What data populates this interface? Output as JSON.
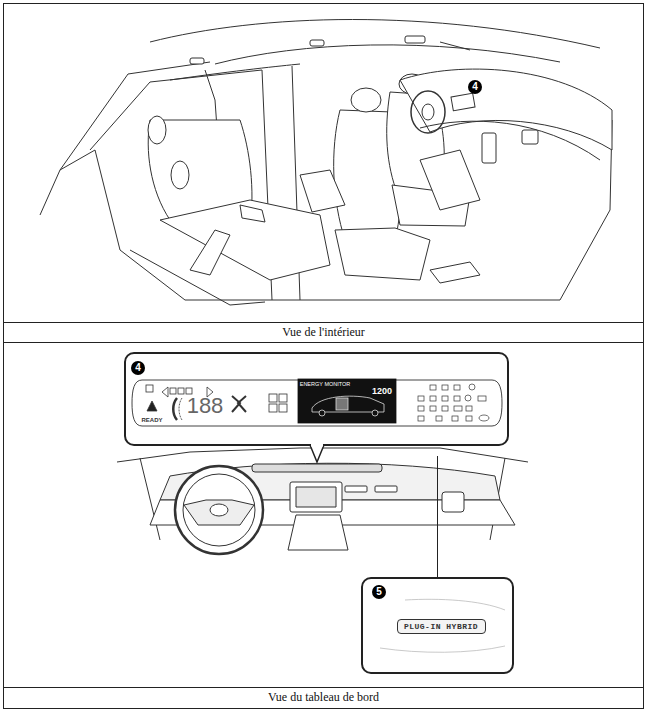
{
  "diagram": {
    "nodes": [
      {
        "text": [
          "Vue de l'intérieur"
        ]
      },
      {
        "text": [
          "Vue du tableau de bord"
        ]
      },
      {
        "text": [
          "PLUG-IN HYBRID"
        ]
      }
    ],
    "labels": [
      "4",
      "4",
      "READY",
      "188",
      "ENERGY MONITOR",
      "1200",
      "5"
    ]
  }
}
